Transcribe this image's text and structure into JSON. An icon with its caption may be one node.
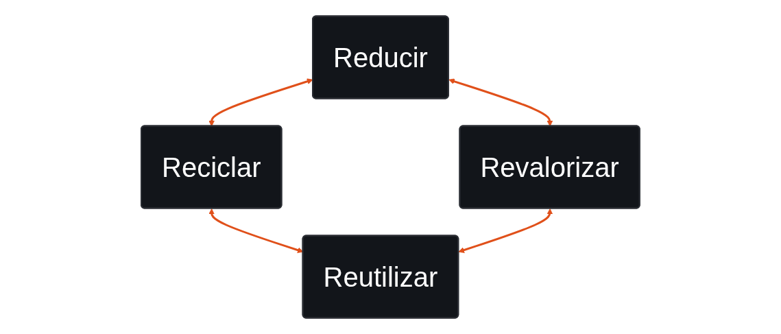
{
  "diagram": {
    "nodes": [
      {
        "text": [
          "Reducir"
        ]
      },
      {
        "text": [
          "Revalorizar"
        ]
      },
      {
        "text": [
          "Reciclar"
        ]
      },
      {
        "text": [
          "Reutilizar"
        ]
      }
    ],
    "edges": [
      {
        "from": 0,
        "to": 1,
        "arrow": "both"
      },
      {
        "from": 0,
        "to": 2,
        "arrow": "both"
      },
      {
        "from": 2,
        "to": 3,
        "arrow": "both"
      },
      {
        "from": 3,
        "to": 1,
        "arrow": "both"
      }
    ]
  }
}
